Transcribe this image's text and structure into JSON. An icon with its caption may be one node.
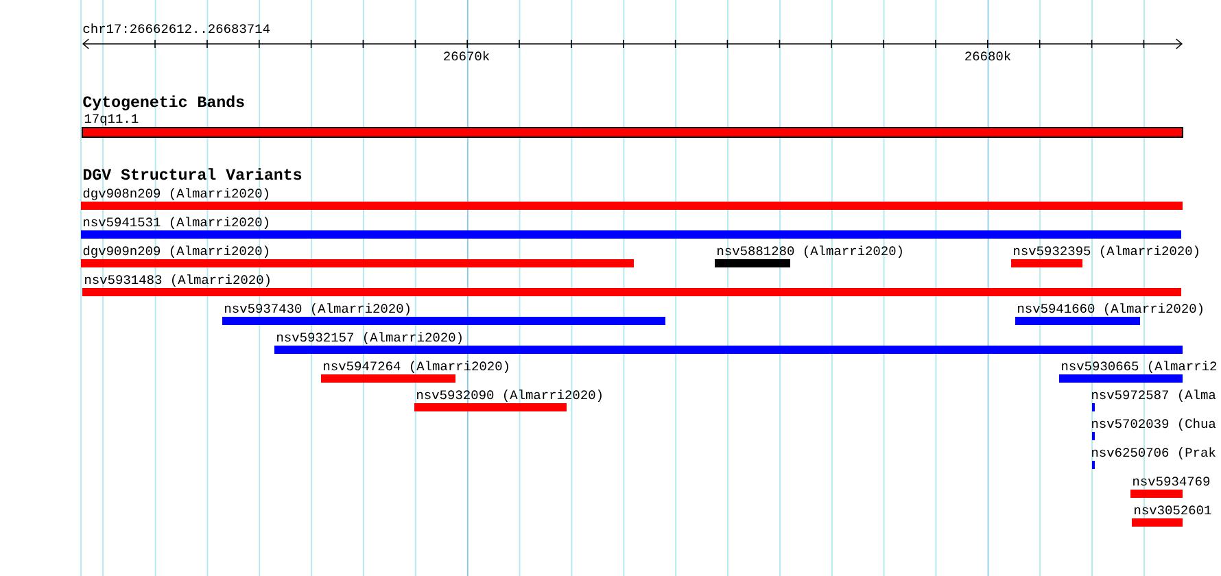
{
  "diagram": {
    "nodes": [
      {
        "text": [
          "17q11.1"
        ]
      },
      {
        "text": [
          "dgv908n209 (Almarri2020)"
        ]
      },
      {
        "text": [
          "nsv5941531 (Almarri2020)"
        ]
      },
      {
        "text": [
          "dgv909n209 (Almarri2020)"
        ]
      },
      {
        "text": [
          "nsv5881280 (Almarri2020)"
        ]
      },
      {
        "text": [
          "nsv5932395 (Almarri2020)"
        ]
      },
      {
        "text": [
          "nsv5931483 (Almarri2020)"
        ]
      },
      {
        "text": [
          "nsv5937430 (Almarri2020)"
        ]
      },
      {
        "text": [
          "nsv5941660 (Almarri2020)"
        ]
      },
      {
        "text": [
          "nsv5932157 (Almarri2020)"
        ]
      },
      {
        "text": [
          "nsv5947264 (Almarri2020)"
        ]
      },
      {
        "text": [
          "nsv5930665 (Almarri2"
        ]
      },
      {
        "text": [
          "nsv5932090 (Almarri2020)"
        ]
      },
      {
        "text": [
          "nsv5972587 (Alma"
        ]
      },
      {
        "text": [
          "nsv5702039 (Chua"
        ]
      },
      {
        "text": [
          "nsv6250706 (Prak"
        ]
      },
      {
        "text": [
          "nsv5934769"
        ]
      },
      {
        "text": [
          "nsv3052601"
        ]
      }
    ],
    "labels": [
      "chr17:26662612..26683714",
      "26670k",
      "26680k",
      "Cytogenetic Bands",
      "DGV Structural Variants"
    ]
  }
}
